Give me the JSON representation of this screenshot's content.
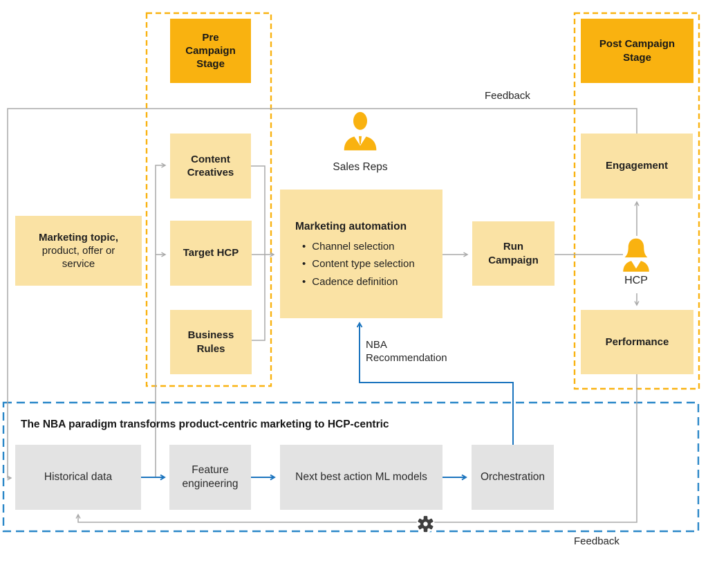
{
  "colors": {
    "accent_orange": "#F9B210",
    "light_yellow": "#FAE2A4",
    "grey_box": "#E3E3E3",
    "grey_line": "#A9A9A9",
    "blue_line": "#1B74BE",
    "blue_dash": "#2A87C8",
    "gear_grey": "#3F3F3F"
  },
  "stages": {
    "pre": {
      "label": "Pre\nCampaign\nStage"
    },
    "post": {
      "label": "Post Campaign\nStage"
    }
  },
  "boxes": {
    "marketing_topic": {
      "title": "Marketing topic,",
      "subtitle": "product, offer or service"
    },
    "content_creatives": {
      "label": "Content\nCreatives"
    },
    "target_hcp": {
      "label": "Target HCP"
    },
    "business_rules": {
      "label": "Business\nRules"
    },
    "marketing_automation": {
      "title": "Marketing automation",
      "bullet_char": "•",
      "bullets": [
        "Channel selection",
        "Content type selection",
        "Cadence definition"
      ]
    },
    "run_campaign": {
      "label": "Run\nCampaign"
    },
    "engagement": {
      "label": "Engagement"
    },
    "performance": {
      "label": "Performance"
    },
    "historical_data": {
      "label": "Historical data"
    },
    "feature_engineering": {
      "label": "Feature\nengineering"
    },
    "nba_ml": {
      "label": "Next best action ML models"
    },
    "orchestration": {
      "label": "Orchestration"
    }
  },
  "actors": {
    "sales_reps": {
      "label": "Sales Reps",
      "icon": "person-male-icon"
    },
    "hcp": {
      "label": "HCP",
      "icon": "person-female-icon"
    }
  },
  "labels": {
    "feedback_top": "Feedback",
    "feedback_bottom": "Feedback",
    "nba_recommendation": "NBA\nRecommendation",
    "nba_banner": "The NBA paradigm transforms product-centric marketing to HCP-centric"
  },
  "icons": {
    "gear": "gear-icon"
  }
}
